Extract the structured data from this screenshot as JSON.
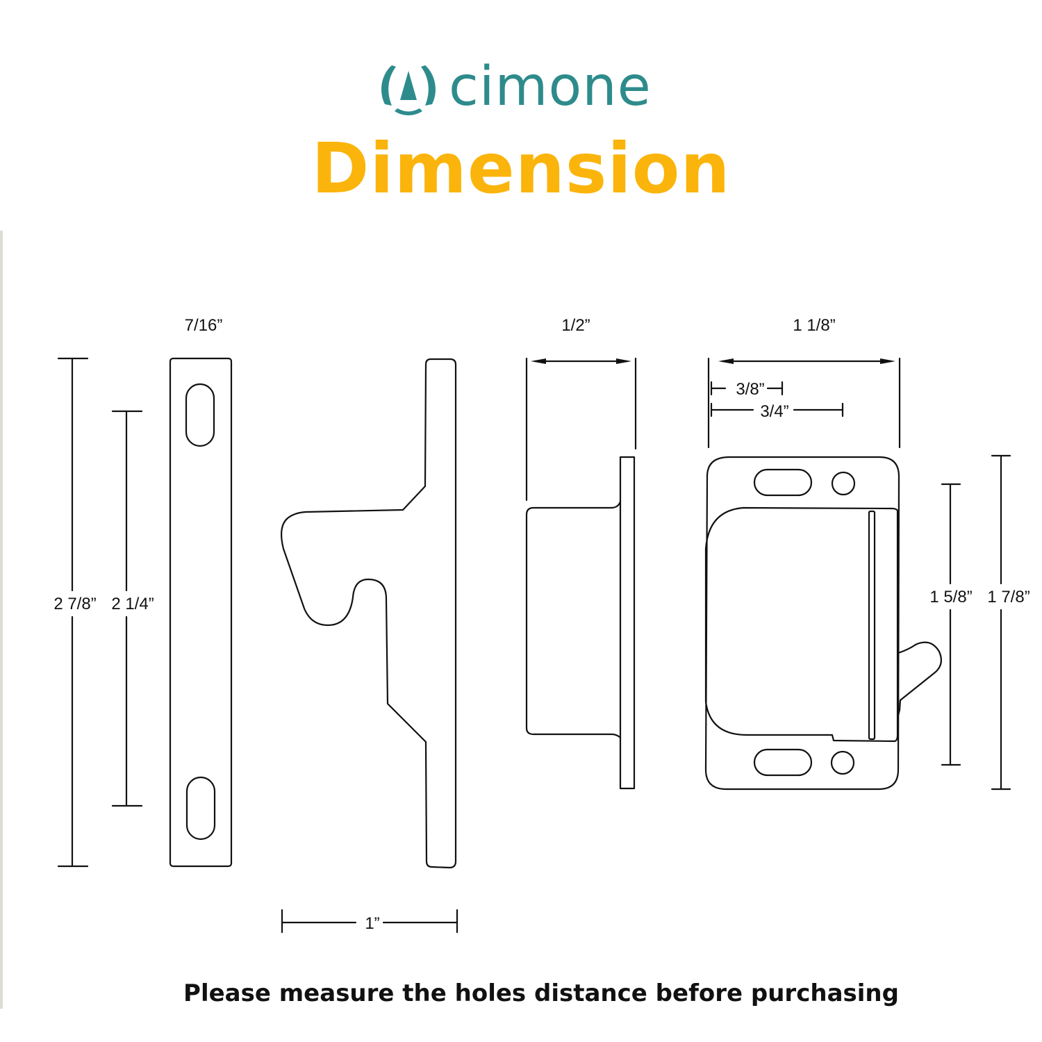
{
  "brand": {
    "name": "cimone",
    "color": "#2e8b8c",
    "logo_icon": "triangle-in-circle-icon"
  },
  "title": {
    "text": "Dimension",
    "color": "#fbb40b"
  },
  "dimensions": {
    "strike_plate": {
      "width": "7/16”",
      "overall_height": "2 7/8”",
      "hole_spacing": "2 1/4”"
    },
    "strike_side_profile": {
      "depth": "1”"
    },
    "catch_side_view": {
      "depth": "1/2”"
    },
    "catch_front_view": {
      "overall_width": "1 1/8”",
      "hole_offset_small": "3/8”",
      "hole_offset_large": "3/4”",
      "hole_spacing": "1 5/8”",
      "overall_height": "1 7/8”"
    }
  },
  "footer": {
    "note": "Please measure the holes distance before purchasing"
  },
  "colors": {
    "line": "#111111",
    "background": "#ffffff"
  }
}
